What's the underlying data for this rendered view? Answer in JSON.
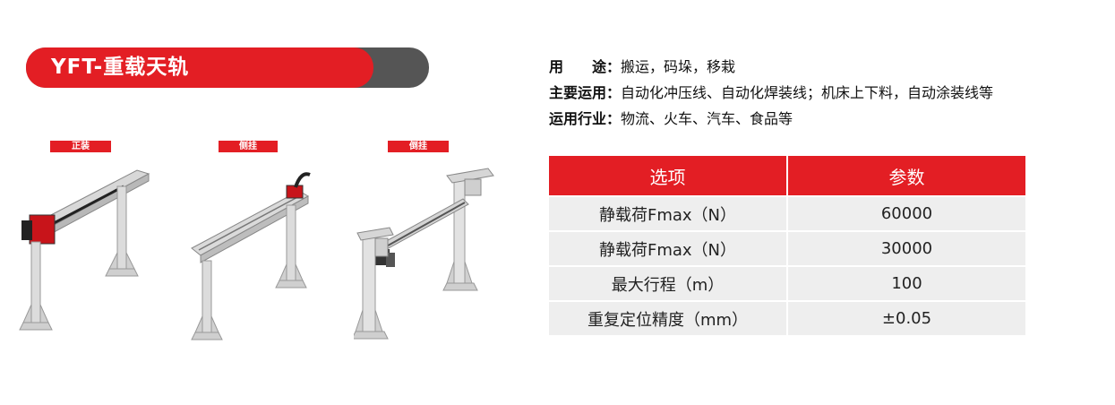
{
  "title": "YFT-重载天轨",
  "variants": [
    {
      "label": "正装"
    },
    {
      "label": "侧挂"
    },
    {
      "label": "倒挂"
    }
  ],
  "specs": [
    {
      "key": "用　　途：",
      "value": "搬运，码垛，移栽"
    },
    {
      "key": "主要运用：",
      "value": "自动化冲压线、自动化焊装线；机床上下料，自动涂装线等"
    },
    {
      "key": "运用行业：",
      "value": "物流、火车、汽车、食品等"
    }
  ],
  "table": {
    "headers": [
      "选项",
      "参数"
    ],
    "rows": [
      {
        "option": "静载荷Fmax（N）",
        "value": "60000"
      },
      {
        "option": "静载荷Fmax（N）",
        "value": "30000"
      },
      {
        "option": "最大行程（m）",
        "value": "100"
      },
      {
        "option": "重复定位精度（mm）",
        "value": "±0.05"
      }
    ]
  },
  "colors": {
    "accent": "#e31e24",
    "dark": "#555555",
    "cell": "#eeeeee"
  }
}
